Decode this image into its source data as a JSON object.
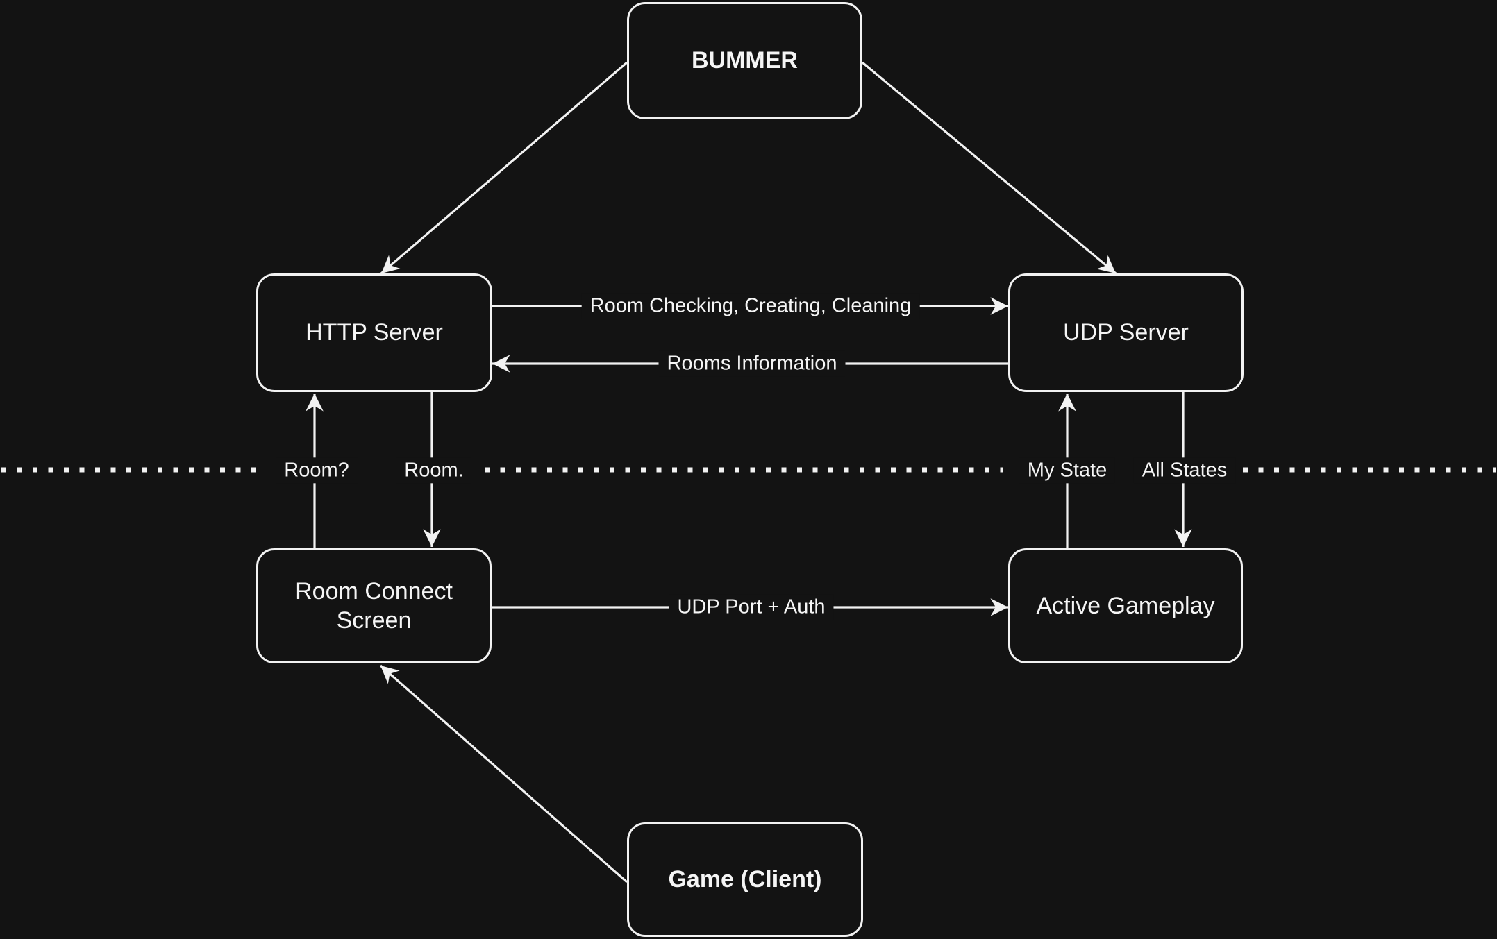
{
  "diagram": {
    "colors": {
      "background": "#131313",
      "stroke": "#f2f2f2",
      "text": "#f5f5f5"
    },
    "nodes": [
      {
        "id": "bummer",
        "label": "BUMMER",
        "emphasis": "bold",
        "side": "server"
      },
      {
        "id": "http-server",
        "label": "HTTP Server",
        "emphasis": "normal",
        "side": "server"
      },
      {
        "id": "udp-server",
        "label": "UDP Server",
        "emphasis": "normal",
        "side": "server"
      },
      {
        "id": "room-connect-screen",
        "label": "Room Connect Screen",
        "emphasis": "normal",
        "side": "client"
      },
      {
        "id": "active-gameplay",
        "label": "Active Gameplay",
        "emphasis": "normal",
        "side": "client"
      },
      {
        "id": "game-client",
        "label": "Game (Client)",
        "emphasis": "bold",
        "side": "client"
      }
    ],
    "edges": [
      {
        "from": "bummer",
        "to": "http-server",
        "label": ""
      },
      {
        "from": "bummer",
        "to": "udp-server",
        "label": ""
      },
      {
        "from": "http-server",
        "to": "udp-server",
        "label": "Room Checking, Creating, Cleaning"
      },
      {
        "from": "udp-server",
        "to": "http-server",
        "label": "Rooms Information"
      },
      {
        "from": "room-connect-screen",
        "to": "http-server",
        "label": "Room?"
      },
      {
        "from": "http-server",
        "to": "room-connect-screen",
        "label": "Room."
      },
      {
        "from": "active-gameplay",
        "to": "udp-server",
        "label": "My State"
      },
      {
        "from": "udp-server",
        "to": "active-gameplay",
        "label": "All States"
      },
      {
        "from": "room-connect-screen",
        "to": "active-gameplay",
        "label": "UDP Port + Auth"
      },
      {
        "from": "game-client",
        "to": "room-connect-screen",
        "label": ""
      }
    ],
    "divider": {
      "style": "dotted",
      "separates": "server-side (top) / client-side (bottom)"
    }
  }
}
